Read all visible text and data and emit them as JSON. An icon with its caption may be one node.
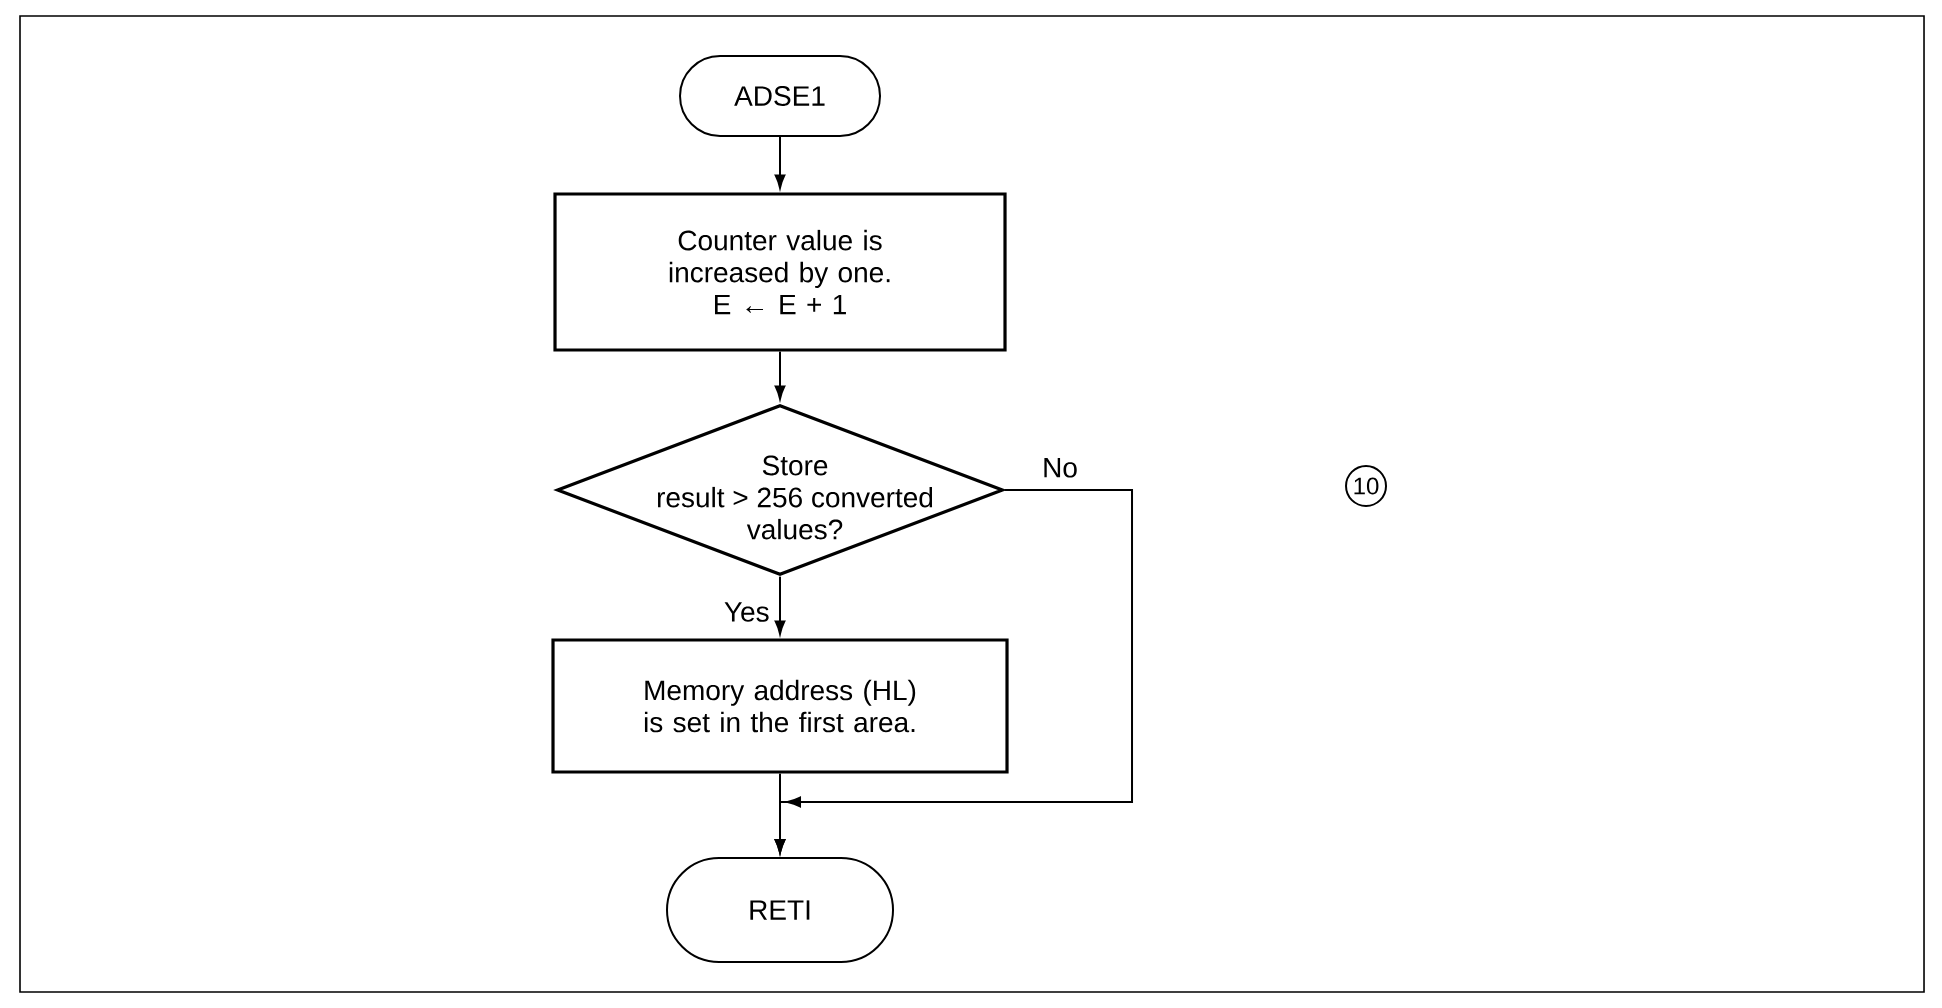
{
  "diagram": {
    "nodes": [
      {
        "text": [
          "ADSE1"
        ]
      },
      {
        "text": [
          "Counter value is increased by one.",
          "E ← E + 1"
        ]
      },
      {
        "text": [
          "Store result > 256 converted values?"
        ]
      },
      {
        "text": [
          "Memory address (HL) is set in the first area."
        ]
      },
      {
        "text": [
          "RETI"
        ]
      }
    ],
    "edges": [
      {
        "from": 0,
        "to": 1,
        "arrow": "to"
      },
      {
        "from": 1,
        "to": 2,
        "arrow": "to"
      },
      {
        "from": 2,
        "to": 3,
        "arrow": "to",
        "label": "Yes"
      },
      {
        "from": 3,
        "to": 4,
        "arrow": "to"
      },
      {
        "from": 2,
        "to": 4,
        "arrow": "to",
        "label": "No"
      }
    ],
    "labels": [
      "10"
    ]
  }
}
